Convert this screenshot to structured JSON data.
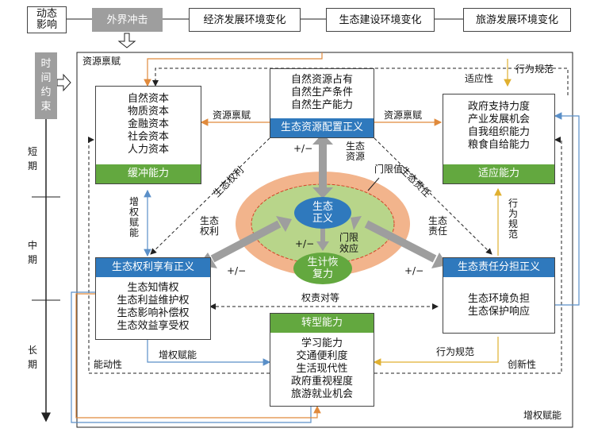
{
  "top": {
    "dynamic_impact": "动态影响",
    "external_shock": "外界冲击",
    "economic_change": "经济发展环境变化",
    "ecological_change": "生态建设环境变化",
    "tourism_change": "旅游发展环境变化"
  },
  "time": {
    "constraint": "时间约束",
    "short": "短期",
    "medium": "中期",
    "long": "长期"
  },
  "boxes": {
    "capital": {
      "items": [
        "自然资本",
        "物质资本",
        "金融资本",
        "社会资本",
        "人力资本"
      ],
      "footer": "缓冲能力"
    },
    "allocation": {
      "items": [
        "自然资源占有",
        "自然生产条件",
        "自然生产能力"
      ],
      "footer": "生态资源配置正义"
    },
    "adaptive": {
      "items": [
        "政府支持力度",
        "产业发展机会",
        "自我组织能力",
        "粮食自给能力"
      ],
      "footer": "适应能力"
    },
    "rights": {
      "header": "生态权利享有正义",
      "items": [
        "生态知情权",
        "生态利益维护权",
        "生态影响补偿权",
        "生态效益享受权"
      ]
    },
    "responsibility": {
      "header": "生态责任分担正义",
      "items": [
        "生态环境负担",
        "生态保护响应"
      ]
    },
    "transform": {
      "header": "转型能力",
      "items": [
        "学习能力",
        "交通便利度",
        "生活现代性",
        "政府重视程度",
        "旅游就业机会"
      ]
    }
  },
  "center": {
    "justice": "生态正义",
    "livelihood": "生计恢复力",
    "threshold": "门限值",
    "threshold_effect": "门限效应"
  },
  "labels": {
    "resource_endowment_top": "资源禀赋",
    "resource_endowment_left": "资源禀赋",
    "resource_endowment_right": "资源禀赋",
    "behavior_norm_top": "行为规范",
    "adaptability": "适应性",
    "eco_resource": "生态资源",
    "eco_rights_diag": "生态权利",
    "eco_resp_diag": "生态责任",
    "eco_rights_arrow": "生态权利",
    "eco_resp_arrow": "生态责任",
    "empower_left": "增权赋能",
    "behavior_norm_right": "行为规范",
    "rights_resp_equal": "权责对等",
    "empower_bottom": "增权赋能",
    "behavior_norm_bottom": "行为规范",
    "initiative": "能动性",
    "innovation": "创新性",
    "empower_corner": "增权赋能",
    "pm1": "+/−",
    "pm2": "+/−",
    "pm3": "+/−",
    "pm4": "+/−"
  },
  "colors": {
    "blue": "#2f79bd",
    "green": "#63a83f",
    "orange_ring": "#f2b48c",
    "green_disc": "#b8d58a",
    "orange_line": "#e08a3c",
    "gold_line": "#e0b030",
    "blue_line": "#5a8fc8",
    "gray": "#9e9e9e"
  }
}
